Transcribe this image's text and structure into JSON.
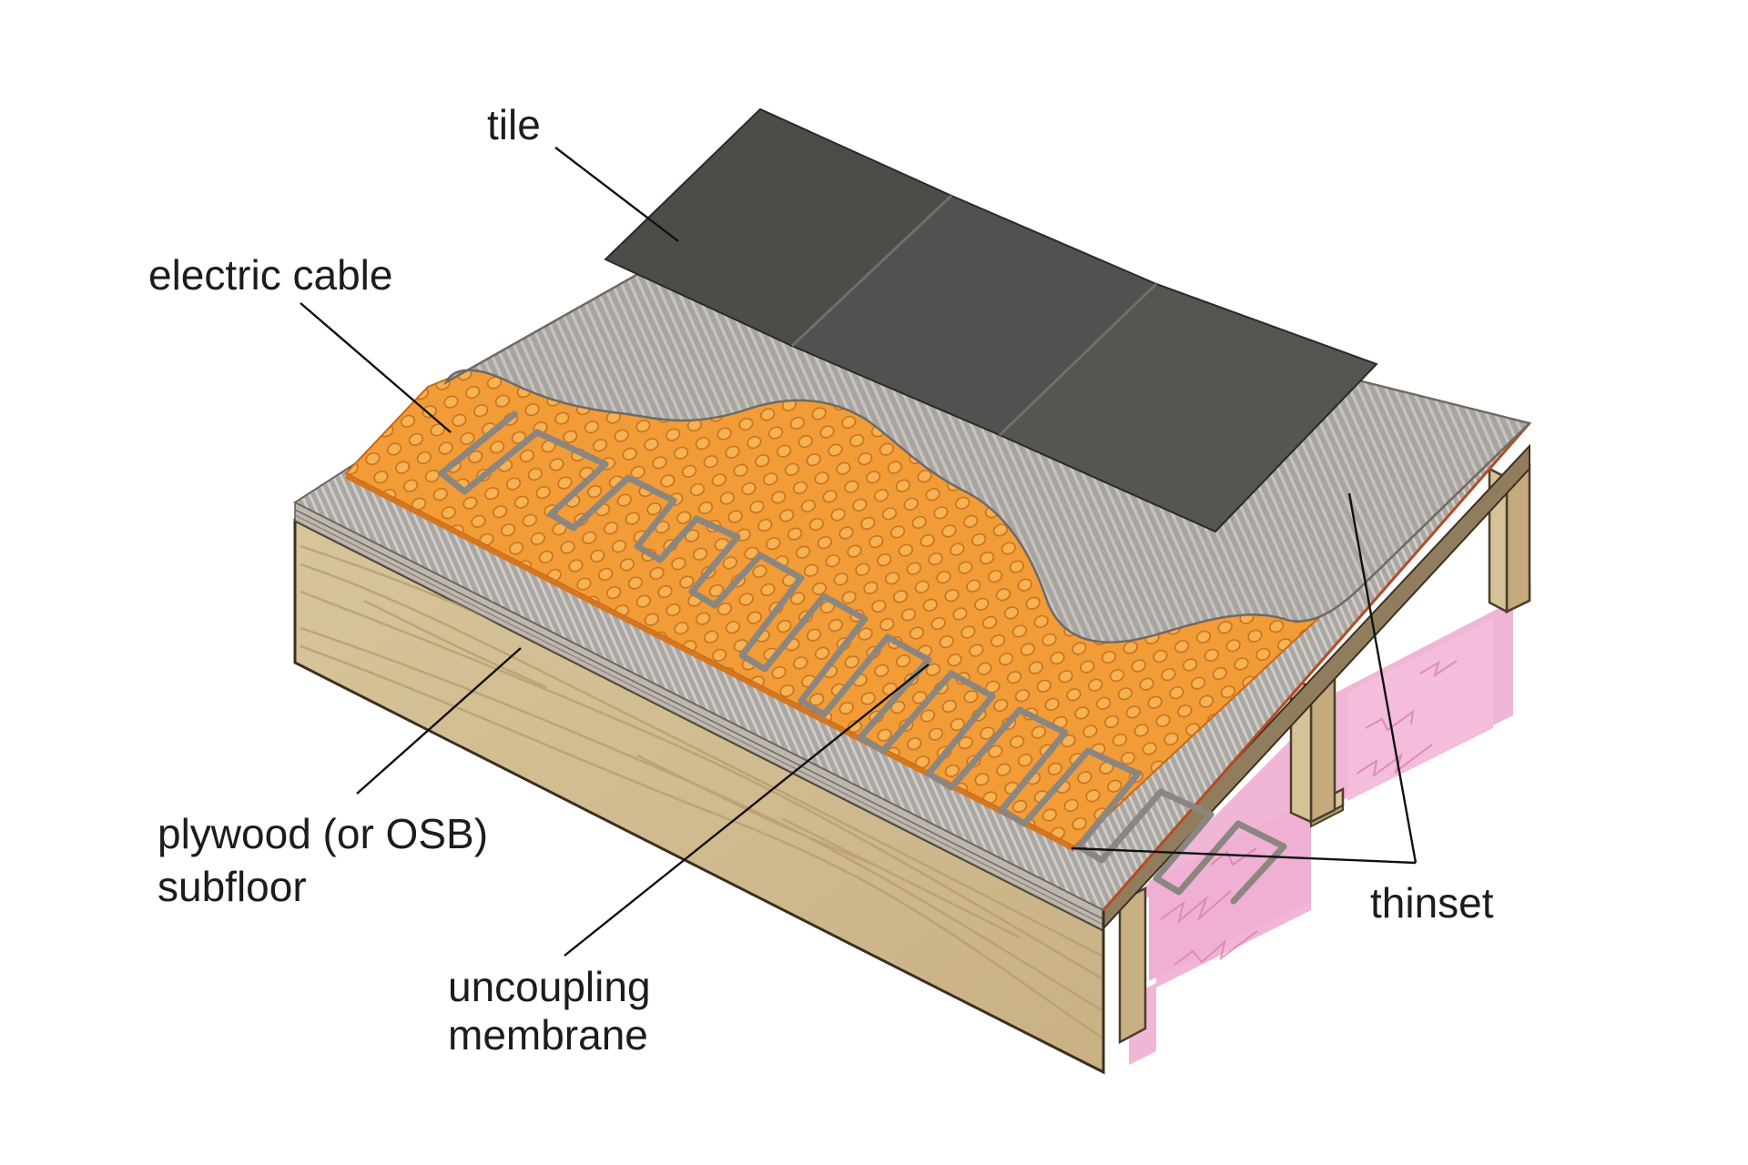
{
  "labels": {
    "tile": "tile",
    "electric_cable": "electric cable",
    "plywood_line1": "plywood (or OSB)",
    "plywood_line2": "subfloor",
    "uncoupling_line1": "uncoupling",
    "uncoupling_line2": "membrane",
    "thinset": "thinset"
  },
  "colors": {
    "tile": "#4a4b47",
    "thinset": "#a6a29d",
    "membrane": "#f19a36",
    "cable": "#8c8680",
    "plywood": "#d2bd93",
    "joist": "#cdb78a",
    "insulation": "#f0b2d2",
    "background": "#ffffff"
  },
  "icons": [
    "tile-layer",
    "thinset-layer",
    "membrane-layer",
    "heating-cable",
    "subfloor-block",
    "floor-joist",
    "insulation"
  ]
}
